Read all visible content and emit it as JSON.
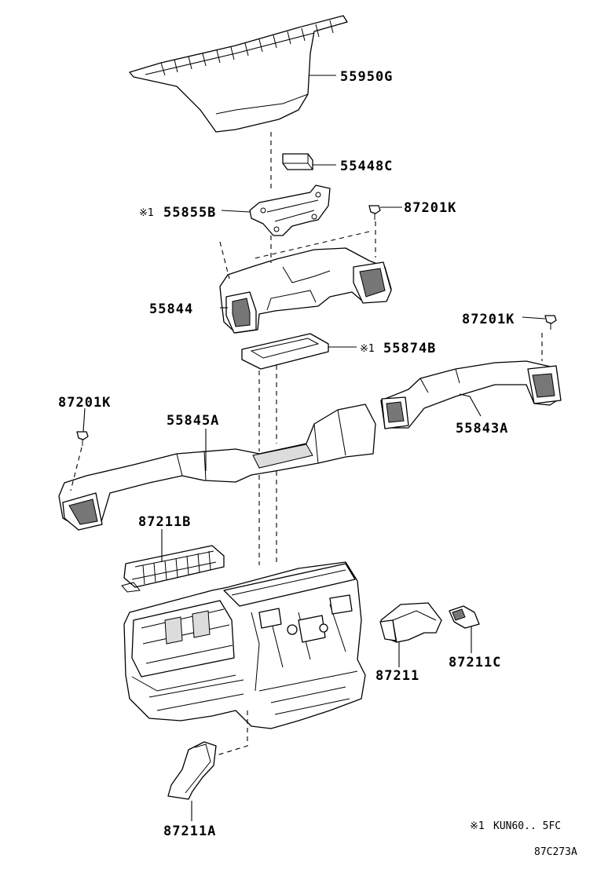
{
  "labels": {
    "p55950g": "55950G",
    "p55448c": "55448C",
    "p55855b": "55855B",
    "p87201k_1": "87201K",
    "p55844": "55844",
    "p87201k_2": "87201K",
    "p55874b": "55874B",
    "p87201k_3": "87201K",
    "p55845a": "55845A",
    "p55843a": "55843A",
    "p87211b": "87211B",
    "p87211": "87211",
    "p87211c": "87211C",
    "p87211a": "87211A"
  },
  "marks": {
    "ref_mark_1": "※1",
    "ref_mark_2": "※1",
    "ref_mark_3": "※1"
  },
  "footnote": {
    "text": "KUN60.. 5FC"
  },
  "figure_code": "87C273A"
}
